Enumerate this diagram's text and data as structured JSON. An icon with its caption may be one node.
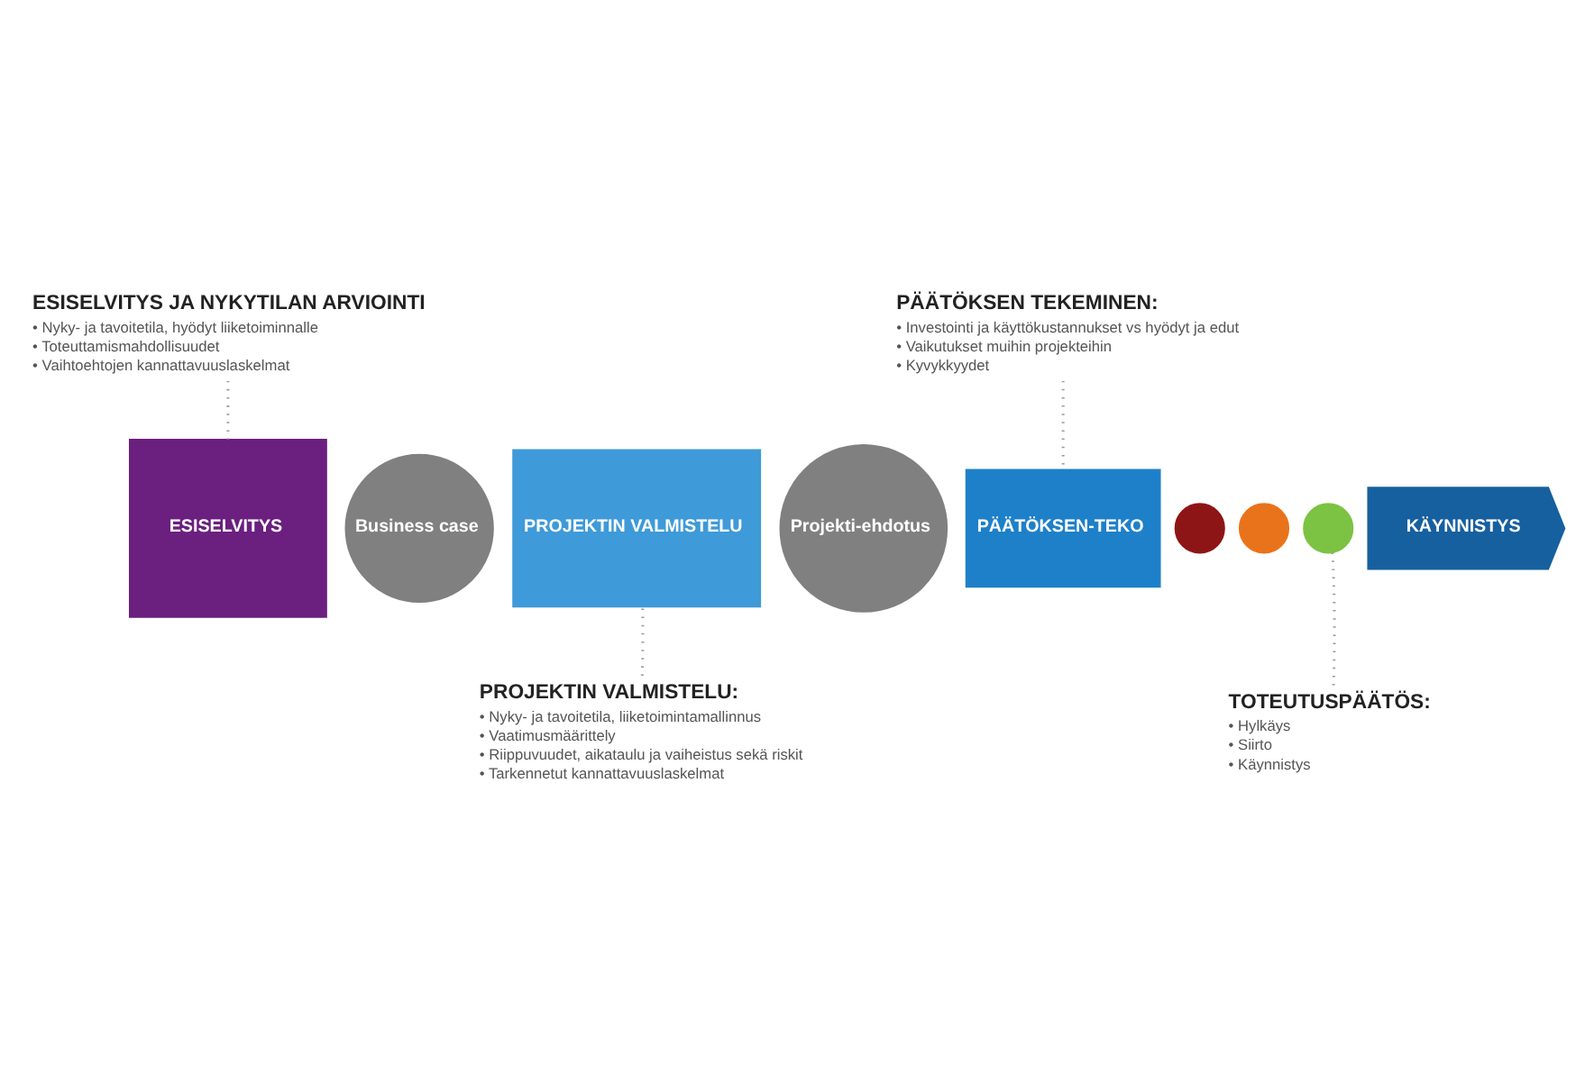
{
  "diagram": {
    "nodes": [
      {
        "text": [
          "ESISELVITYS"
        ]
      },
      {
        "text": [
          "Business case"
        ]
      },
      {
        "text": [
          "PROJEKTIN VALMISTELU"
        ]
      },
      {
        "text": [
          "Projekti-ehdotus"
        ]
      },
      {
        "text": [
          "PÄÄTÖKSEN-TEKO"
        ]
      },
      {
        "text": [],
        "shape": "circle"
      },
      {
        "text": [],
        "shape": "circle"
      },
      {
        "text": [],
        "shape": "circle"
      },
      {
        "text": [
          "KÄYNNISTYS"
        ]
      },
      {
        "text": [
          "ESISELVITYS JA NYKYTILAN ARVIOINTI",
          "• Nyky- ja tavoitetila, hyödyt liiketoiminnalle",
          "• Toteuttamismahdollisuudet",
          "• Vaihtoehtojen kannattavuuslaskelmat"
        ]
      },
      {
        "text": [
          "PÄÄTÖKSEN TEKEMINEN:",
          "• Investointi ja käyttökustannukset vs hyödyt ja edut",
          "• Vaikutukset muihin projekteihin",
          "• Kyvykkyydet"
        ]
      },
      {
        "text": [
          "PROJEKTIN VALMISTELU:",
          "• Nyky- ja tavoitetila, liiketoimintamallinnus",
          "• Vaatimusmäärittely",
          "• Riippuvuudet, aikataulu ja vaiheistus sekä riskit",
          "• Tarkennetut kannattavuuslaskelmat"
        ]
      },
      {
        "text": [
          "TOTEUTUSPÄÄTÖS:",
          "• Hylkäys",
          "• Siirto",
          "• Käynnistys"
        ]
      }
    ],
    "edges": [
      {
        "from": 9,
        "to": 0,
        "arrow": "none",
        "style": "dashed"
      },
      {
        "from": 10,
        "to": 4,
        "arrow": "none",
        "style": "dashed"
      },
      {
        "from": 11,
        "to": 2,
        "arrow": "none",
        "style": "dashed"
      },
      {
        "from": 12,
        "to": 7,
        "arrow": "none",
        "style": "dashed"
      }
    ]
  }
}
